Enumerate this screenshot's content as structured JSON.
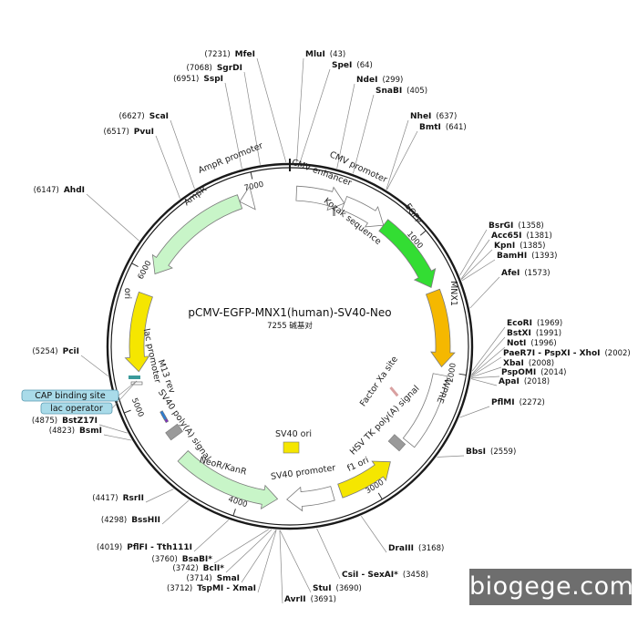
{
  "plasmid": {
    "name": "pCMV-EGFP-MNX1(human)-SV40-Neo",
    "size_label": "7255 碱基对",
    "length": 7255
  },
  "ticks": [
    {
      "pos": 1000,
      "label": "1000"
    },
    {
      "pos": 2000,
      "label": "2000"
    },
    {
      "pos": 3000,
      "label": "3000"
    },
    {
      "pos": 4000,
      "label": "4000"
    },
    {
      "pos": 5000,
      "label": "5000"
    },
    {
      "pos": 6000,
      "label": "6000"
    },
    {
      "pos": 7000,
      "label": "7000"
    }
  ],
  "features": [
    {
      "id": "cmv-enhancer",
      "label": "CMV enhancer",
      "start": 50,
      "end": 420,
      "ring": "inner",
      "direction": "cw",
      "color": "#ffffff"
    },
    {
      "id": "cmv-promoter",
      "label": "CMV promoter",
      "start": 420,
      "end": 760,
      "ring": "inner",
      "direction": "cw",
      "color": "#ffffff"
    },
    {
      "id": "egfp",
      "label": "EGFP",
      "start": 760,
      "end": 1358,
      "ring": "inner",
      "direction": "cw",
      "color": "#33dd33"
    },
    {
      "id": "mnx1",
      "label": "MNX1",
      "start": 1393,
      "end": 1969,
      "ring": "inner",
      "direction": "cw",
      "color": "#f5b800"
    },
    {
      "id": "wpre",
      "label": "WPRE",
      "start": 2030,
      "end": 2600,
      "ring": "inner",
      "direction": "none",
      "color": "#ffffff"
    },
    {
      "id": "hsv-tk-polya",
      "label": "HSV TK poly(A) signal",
      "start": 2620,
      "end": 2700,
      "ring": "mid",
      "direction": "none",
      "color": "#9a9a9a"
    },
    {
      "id": "f1-ori",
      "label": "f1 ori",
      "start": 2800,
      "end": 3240,
      "ring": "inner",
      "direction": "ccw",
      "color": "#f5e600"
    },
    {
      "id": "sv40-promoter",
      "label": "SV40 promoter",
      "start": 3300,
      "end": 3650,
      "ring": "inner",
      "direction": "cw",
      "color": "#ffffff"
    },
    {
      "id": "neor-kanr",
      "label": "NeoR/KanR",
      "start": 3720,
      "end": 4520,
      "ring": "inner",
      "direction": "ccw",
      "color": "#c8f5c8"
    },
    {
      "id": "sv40-polya",
      "label": "SV40 poly(A) signal",
      "start": 4650,
      "end": 4760,
      "ring": "mid",
      "direction": "none",
      "color": "#9a9a9a"
    },
    {
      "id": "lac-operator",
      "label": "",
      "start": 4830,
      "end": 4850,
      "ring": "mid",
      "direction": "none",
      "color": "#7b2fbf"
    },
    {
      "id": "cap-site",
      "label": "",
      "start": 4853,
      "end": 4875,
      "ring": "mid",
      "direction": "none",
      "color": "#2e7dd1"
    },
    {
      "id": "ori",
      "label": "ori",
      "start": 5250,
      "end": 5840,
      "ring": "inner",
      "direction": "ccw",
      "color": "#f5e600"
    },
    {
      "id": "ampr",
      "label": "AmpR",
      "start": 6010,
      "end": 6870,
      "ring": "inner",
      "direction": "ccw",
      "color": "#c8f5c8"
    },
    {
      "id": "ampr-promoter",
      "label": "AmpR promoter",
      "start": 6870,
      "end": 6970,
      "ring": "inner",
      "direction": "ccw",
      "color": "#ffffff"
    }
  ],
  "inner_labels": [
    {
      "id": "cmv-enhancer",
      "text": "CMV enhancer"
    },
    {
      "id": "cmv-promoter",
      "text": "CMV promoter"
    },
    {
      "id": "egfp",
      "text": "EGFP"
    },
    {
      "id": "kozak",
      "text": "Kozak sequence"
    },
    {
      "id": "mnx1",
      "text": "MNX1"
    },
    {
      "id": "wpre",
      "text": "WPRE"
    },
    {
      "id": "factor-xa",
      "text": "Factor Xa site"
    },
    {
      "id": "hsv-tk-polya",
      "text": "HSV TK poly(A) signal"
    },
    {
      "id": "f1-ori",
      "text": "f1 ori"
    },
    {
      "id": "sv40-promoter",
      "text": "SV40 promoter"
    },
    {
      "id": "sv40-ori",
      "text": "SV40 ori"
    },
    {
      "id": "neor-kanr",
      "text": "NeoR/KanR"
    },
    {
      "id": "sv40-polya",
      "text": "SV40 poly(A) signal"
    },
    {
      "id": "m13-rev",
      "text": "M13 rev"
    },
    {
      "id": "lac-promoter",
      "text": "lac promoter"
    },
    {
      "id": "ori",
      "text": "ori"
    },
    {
      "id": "ampr",
      "text": "AmpR"
    },
    {
      "id": "ampr-promoter",
      "text": "AmpR promoter"
    }
  ],
  "sites": [
    {
      "name": "MfeI",
      "pos": 7231,
      "pos_label": "(7231)"
    },
    {
      "name": "MluI",
      "pos": 43,
      "pos_label": "(43)"
    },
    {
      "name": "SpeI",
      "pos": 64,
      "pos_label": "(64)"
    },
    {
      "name": "NdeI",
      "pos": 299,
      "pos_label": "(299)"
    },
    {
      "name": "SnaBI",
      "pos": 405,
      "pos_label": "(405)"
    },
    {
      "name": "NheI",
      "pos": 637,
      "pos_label": "(637)"
    },
    {
      "name": "BmtI",
      "pos": 641,
      "pos_label": "(641)"
    },
    {
      "name": "BsrGI",
      "pos": 1358,
      "pos_label": "(1358)"
    },
    {
      "name": "Acc65I",
      "pos": 1381,
      "pos_label": "(1381)"
    },
    {
      "name": "KpnI",
      "pos": 1385,
      "pos_label": "(1385)"
    },
    {
      "name": "BamHI",
      "pos": 1393,
      "pos_label": "(1393)"
    },
    {
      "name": "AfeI",
      "pos": 1573,
      "pos_label": "(1573)"
    },
    {
      "name": "EcoRI",
      "pos": 1969,
      "pos_label": "(1969)"
    },
    {
      "name": "BstXI",
      "pos": 1991,
      "pos_label": "(1991)"
    },
    {
      "name": "NotI",
      "pos": 1996,
      "pos_label": "(1996)"
    },
    {
      "name": "PaeR7I - PspXI - XhoI",
      "pos": 2002,
      "pos_label": "(2002)"
    },
    {
      "name": "XbaI",
      "pos": 2008,
      "pos_label": "(2008)"
    },
    {
      "name": "PspOMI",
      "pos": 2014,
      "pos_label": "(2014)"
    },
    {
      "name": "ApaI",
      "pos": 2018,
      "pos_label": "(2018)"
    },
    {
      "name": "PflMI",
      "pos": 2272,
      "pos_label": "(2272)"
    },
    {
      "name": "BbsI",
      "pos": 2559,
      "pos_label": "(2559)"
    },
    {
      "name": "DraIII",
      "pos": 3168,
      "pos_label": "(3168)"
    },
    {
      "name": "CsiI - SexAI*",
      "pos": 3458,
      "pos_label": "(3458)"
    },
    {
      "name": "StuI",
      "pos": 3690,
      "pos_label": "(3690)"
    },
    {
      "name": "AvrII",
      "pos": 3691,
      "pos_label": "(3691)"
    },
    {
      "name": "TspMI - XmaI",
      "pos": 3712,
      "pos_label": "(3712)"
    },
    {
      "name": "SmaI",
      "pos": 3714,
      "pos_label": "(3714)"
    },
    {
      "name": "BclI*",
      "pos": 3742,
      "pos_label": "(3742)"
    },
    {
      "name": "BsaBI*",
      "pos": 3760,
      "pos_label": "(3760)"
    },
    {
      "name": "PflFI - Tth111I",
      "pos": 4019,
      "pos_label": "(4019)"
    },
    {
      "name": "BssHII",
      "pos": 4298,
      "pos_label": "(4298)"
    },
    {
      "name": "RsrII",
      "pos": 4417,
      "pos_label": "(4417)"
    },
    {
      "name": "BsmI",
      "pos": 4823,
      "pos_label": "(4823)"
    },
    {
      "name": "BstZ17I",
      "pos": 4875,
      "pos_label": "(4875)"
    },
    {
      "name": "PciI",
      "pos": 5254,
      "pos_label": "(5254)"
    },
    {
      "name": "AhdI",
      "pos": 6147,
      "pos_label": "(6147)"
    },
    {
      "name": "PvuI",
      "pos": 6517,
      "pos_label": "(6517)"
    },
    {
      "name": "ScaI",
      "pos": 6627,
      "pos_label": "(6627)"
    },
    {
      "name": "SspI",
      "pos": 6951,
      "pos_label": "(6951)"
    },
    {
      "name": "SgrDI",
      "pos": 7068,
      "pos_label": "(7068)"
    }
  ],
  "tags": [
    {
      "id": "cap-binding-site",
      "text": "CAP binding site",
      "color": "#a9dbe9"
    },
    {
      "id": "lac-operator",
      "text": "lac operator",
      "color": "#a9dbe9"
    }
  ],
  "watermark": {
    "text": "biogege.com"
  }
}
